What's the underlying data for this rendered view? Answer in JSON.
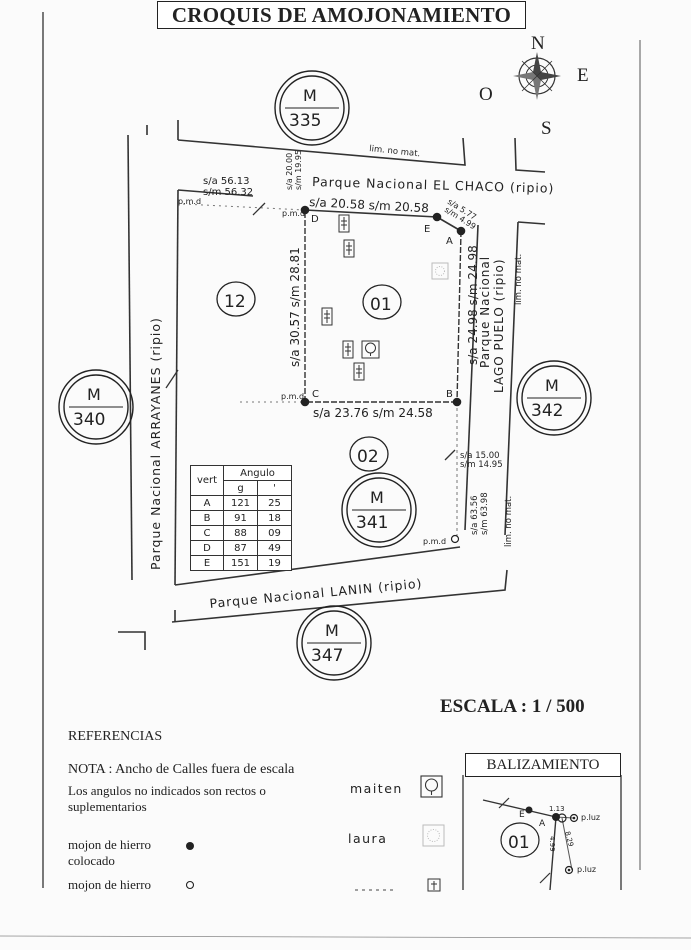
{
  "title": "CROQUIS DE AMOJONAMIENTO",
  "compass": {
    "n": "N",
    "e": "E",
    "s": "S",
    "o": "O"
  },
  "manzanas": {
    "m335": "335",
    "m340": "340",
    "m341": "341",
    "m342": "342",
    "m347": "347",
    "prefix": "M"
  },
  "lots": {
    "l01": "01",
    "l02": "02",
    "l12": "12"
  },
  "streets": {
    "el_chaco": "Parque Nacional EL CHACO (ripio)",
    "lago_puelo_1": "Parque Nacional",
    "lago_puelo_2": "LAGO PUELO (ripio)",
    "arrayanes": "Parque Nacional ARRAYANES (ripio)",
    "lanin": "Parque Nacional LANIN (ripio)"
  },
  "lim_no_mat": "lim. no mat.",
  "pmd": "p.m.d",
  "vertices": {
    "a": "A",
    "b": "B",
    "c": "C",
    "d": "D",
    "e": "E"
  },
  "measures": {
    "corner_sa": "s/a 56.13",
    "corner_sm": "s/m 56.32",
    "west_sa": "s/a 20.00",
    "west_sm": "s/m 19.95",
    "de": "s/a 20.58  s/m 20.58",
    "ea_sa": "s/a 5.77",
    "ea_sm": "s/m 4.99",
    "ab": "s/a 24.98  s/m 24.98",
    "bc": "s/a 23.76  s/m 24.58",
    "cd": "s/a 30.57  s/m 28.81",
    "south_sa": "s/a 15.00",
    "south_sm": "s/m 14.95",
    "pmd_sa": "s/a 63.56",
    "pmd_sm": "s/m 63.98"
  },
  "angle_table": {
    "header_vert": "vert",
    "header_angulo": "Angulo",
    "header_deg": "g",
    "header_min": "'",
    "rows": [
      {
        "v": "A",
        "g": "121",
        "m": "25"
      },
      {
        "v": "B",
        "g": "91",
        "m": "18"
      },
      {
        "v": "C",
        "g": "88",
        "m": "09"
      },
      {
        "v": "D",
        "g": "87",
        "m": "49"
      },
      {
        "v": "E",
        "g": "151",
        "m": "19"
      }
    ]
  },
  "escala": "ESCALA : 1 / 500",
  "references": {
    "title": "REFERENCIAS",
    "nota": "NOTA : Ancho de Calles fuera de escala",
    "angulos": "Los angulos no indicados son rectos o suplementarios",
    "mojon_colocado": "mojon de hierro colocado",
    "mojon": "mojon de hierro"
  },
  "tree_refs": {
    "maiten": "maiten",
    "laura": "laura"
  },
  "balizamiento": {
    "title": "BALIZAMIENTO",
    "lot": "01",
    "e": "E",
    "a": "A",
    "d1": "1.13",
    "d2": "8.29",
    "d3": "4.99",
    "pluz1": "p.luz",
    "pluz2": "p.luz"
  }
}
